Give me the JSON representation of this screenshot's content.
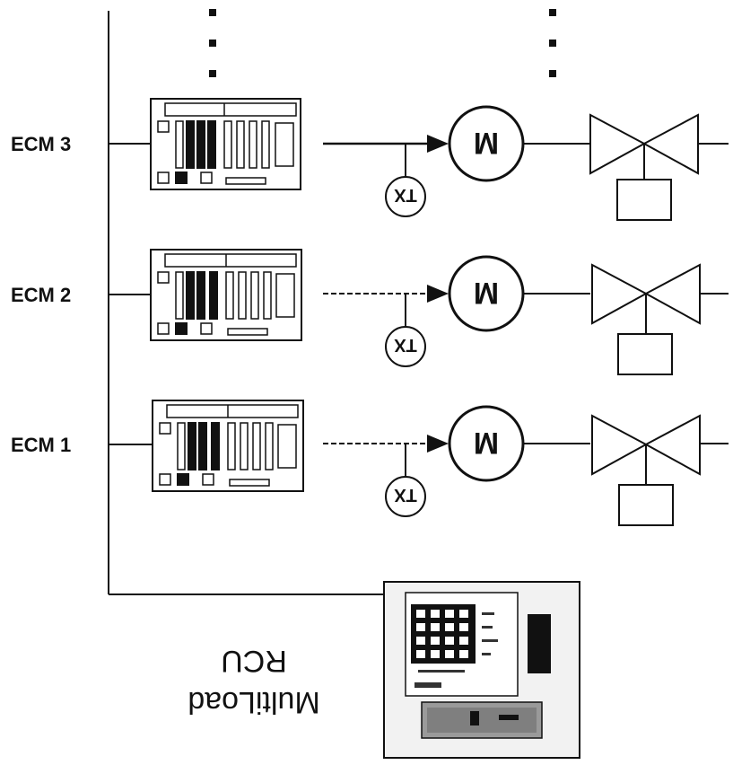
{
  "diagram": {
    "title": "MultiLoad RCU",
    "controller": {
      "line1": "MultiLoad",
      "line2": "RCU"
    },
    "units": [
      {
        "label": "ECM 3",
        "transmitter": "TX",
        "motor": "M"
      },
      {
        "label": "ECM 2",
        "transmitter": "TX",
        "motor": "M"
      },
      {
        "label": "ECM 1",
        "transmitter": "TX",
        "motor": "M"
      }
    ],
    "continuation": "more units above (vertical dots)"
  }
}
